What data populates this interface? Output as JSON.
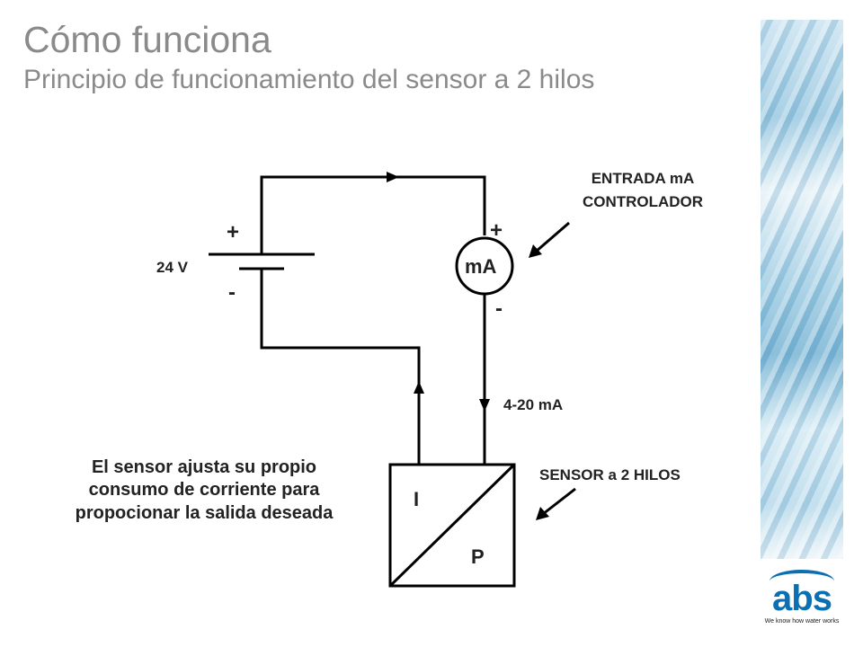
{
  "header": {
    "title": "Cómo funciona",
    "subtitle": "Principio de funcionamiento del sensor a 2 hilos"
  },
  "diagram": {
    "battery_plus": "+",
    "battery_minus": "-",
    "voltage_label": "24 V",
    "meter_plus": "+",
    "meter_minus": "-",
    "meter_label": "mA",
    "current_label": "4-20 mA",
    "controller_label_line1": "ENTRADA mA",
    "controller_label_line2": "CONTROLADOR",
    "sensor_label": "SENSOR a 2 HILOS",
    "transmitter_top": "I",
    "transmitter_bottom": "P",
    "caption": "El sensor ajusta su propio consumo de corriente para propocionar la salida deseada"
  },
  "brand": {
    "logo_text": "abs",
    "tagline": "We know how water works",
    "color": "#0b6fb3"
  }
}
